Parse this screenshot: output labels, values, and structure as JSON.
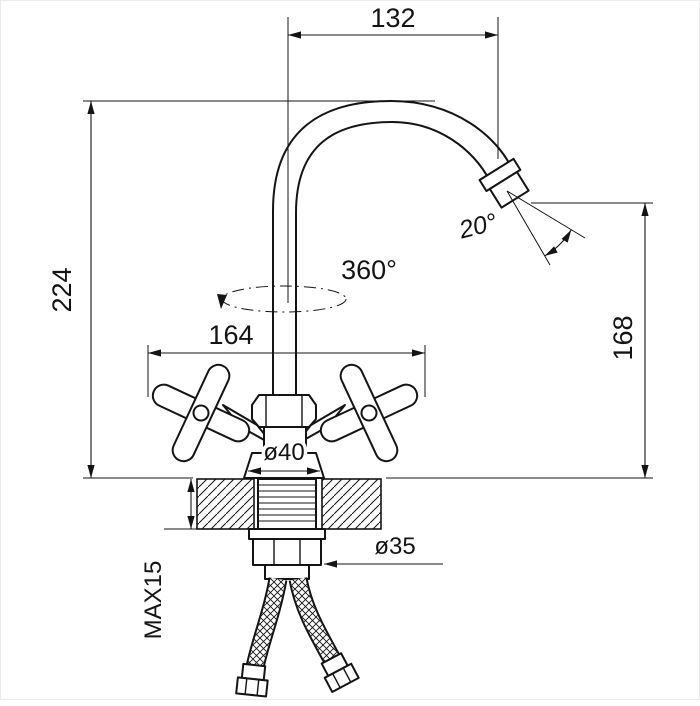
{
  "drawing": {
    "title": "faucet-dimension-drawing",
    "labels": {
      "width_top": "132",
      "height_left": "224",
      "rotation": "360°",
      "angle": "20°",
      "width_body": "164",
      "height_right": "168",
      "base_diameter": "ø40",
      "nut_diameter": "ø35",
      "max_thickness": "MAX15"
    },
    "colors": {
      "ink": "#141414",
      "background": "#ffffff"
    }
  }
}
